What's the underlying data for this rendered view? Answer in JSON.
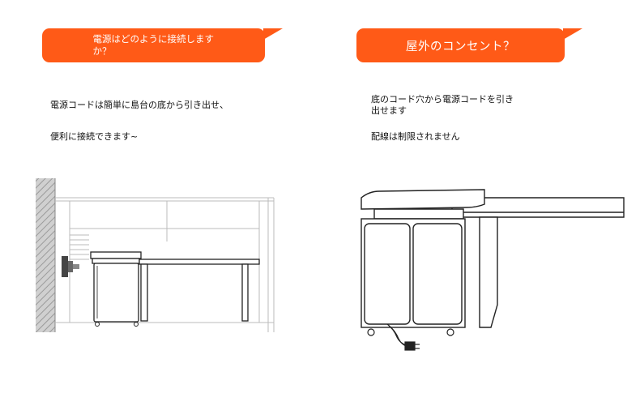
{
  "left_panel": {
    "banner_title": "電源はどのように接続しますか？",
    "line1": "電源コードは簡単に島台の底から引き出せ、",
    "line2": "便利に接続できます~"
  },
  "right_panel": {
    "banner_title": "屋外のコンセント？",
    "line1": "底のコード穴から電源コードを引き",
    "line2": "出せます",
    "line3": "配線は制限されません"
  },
  "colors": {
    "accent": "#ff5a17",
    "banner_text": "#ffffff",
    "line_art": "#222222"
  },
  "illustrations": {
    "left": "desk-with-wall-outlet-illustration",
    "right": "island-desk-with-power-cord-illustration"
  }
}
